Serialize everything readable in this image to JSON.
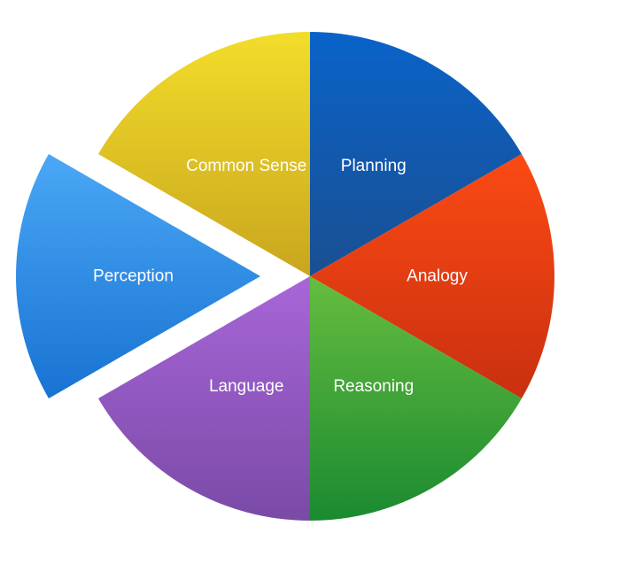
{
  "chart_data": {
    "type": "pie",
    "slices": [
      {
        "label": "Planning",
        "value": 1,
        "color": "#0f5bb5",
        "color_light": "#0a63c9",
        "color_dark": "#1a4f92",
        "exploded": false
      },
      {
        "label": "Analogy",
        "value": 1,
        "color": "#e8400f",
        "color_light": "#fb4a14",
        "color_dark": "#c93010",
        "exploded": false
      },
      {
        "label": "Reasoning",
        "value": 1,
        "color": "#3a9a38",
        "color_light": "#66bd40",
        "color_dark": "#1a8a30",
        "exploded": false
      },
      {
        "label": "Language",
        "value": 1,
        "color": "#9a55c9",
        "color_light": "#a866d8",
        "color_dark": "#7a4aa6",
        "exploded": false
      },
      {
        "label": "Perception",
        "value": 1,
        "color": "#2f8ae0",
        "color_light": "#4aa8f5",
        "color_dark": "#1872d2",
        "exploded": true
      },
      {
        "label": "Common Sense",
        "value": 1,
        "color": "#e0c21a",
        "color_light": "#f3dd2a",
        "color_dark": "#c9a61e",
        "exploded": false
      }
    ],
    "legend": "none"
  }
}
